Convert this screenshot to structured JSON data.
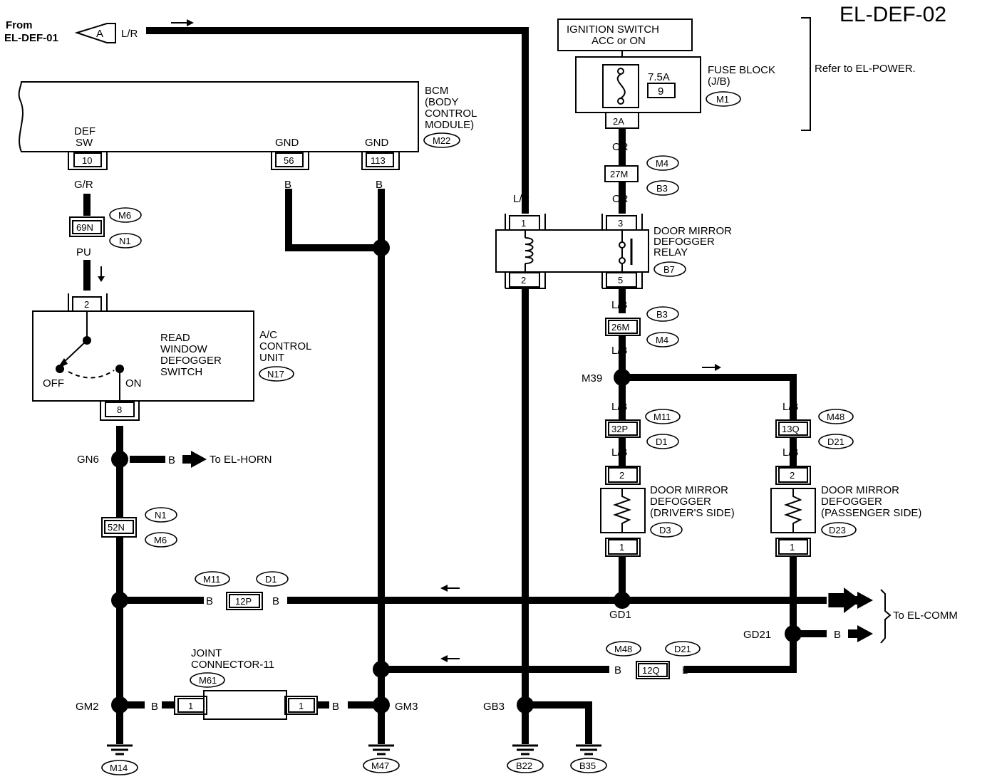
{
  "page_code": "EL-DEF-02",
  "from_ref": {
    "line1": "From",
    "line2": "EL-DEF-01",
    "connector": "A",
    "wire": "L/R"
  },
  "ignition": {
    "line1": "IGNITION SWITCH",
    "line2": "ACC or ON"
  },
  "fuse_block": {
    "amp": "7.5A",
    "number": "9",
    "name": "FUSE BLOCK",
    "sub": "(J/B)",
    "connector": "M1",
    "terminal": "2A"
  },
  "refer_note": "Refer to EL-POWER.",
  "bcm": {
    "line1": "BCM",
    "line2": "(BODY",
    "line3": "CONTROL",
    "line4": "MODULE)",
    "connector": "M22",
    "def_label1": "DEF",
    "def_label2": "SW",
    "gnd_label": "GND",
    "pin_def": "10",
    "pin_gnd1": "56",
    "pin_gnd2": "113"
  },
  "wire_colors": {
    "gr": "G/R",
    "b": "B",
    "lr": "L/R",
    "or": "OR",
    "pu": "PU",
    "lb": "L/B"
  },
  "connectors": {
    "c69n": {
      "pin": "69N",
      "tag1": "M6",
      "tag2": "N1"
    },
    "c27m": {
      "pin": "27M",
      "tag1": "M4",
      "tag2": "B3"
    },
    "c26m": {
      "pin": "26M",
      "tag1": "B3",
      "tag2": "M4"
    },
    "c52n": {
      "pin": "52N",
      "tag1": "N1",
      "tag2": "M6"
    },
    "c32p": {
      "pin": "32P",
      "tag1": "M11",
      "tag2": "D1"
    },
    "c13q": {
      "pin": "13Q",
      "tag1": "M48",
      "tag2": "D21"
    },
    "c12p": {
      "pin": "12P",
      "tag1": "M11",
      "tag2": "D1"
    },
    "c12q": {
      "pin": "12Q",
      "tag1": "M48",
      "tag2": "D21"
    }
  },
  "relay": {
    "line1": "DOOR MIRROR",
    "line2": "DEFOGGER",
    "line3": "RELAY",
    "connector": "B7",
    "pin1": "1",
    "pin2": "2",
    "pin3": "3",
    "pin5": "5"
  },
  "ac_unit": {
    "line1": "A/C",
    "line2": "CONTROL",
    "line3": "UNIT",
    "connector": "N17",
    "sw1": "READ",
    "sw2": "WINDOW",
    "sw3": "DEFOGGER",
    "sw4": "SWITCH",
    "off": "OFF",
    "on": "ON",
    "pin_top": "2",
    "pin_bottom": "8"
  },
  "driver_defogger": {
    "line1": "DOOR MIRROR",
    "line2": "DEFOGGER",
    "line3": "(DRIVER'S SIDE)",
    "connector": "D3",
    "pin_top": "2",
    "pin_bottom": "1"
  },
  "passenger_defogger": {
    "line1": "DOOR MIRROR",
    "line2": "DEFOGGER",
    "line3": "(PASSENGER SIDE)",
    "connector": "D23",
    "pin_top": "2",
    "pin_bottom": "1"
  },
  "joint": {
    "line1": "JOINT",
    "line2": "CONNECTOR-11",
    "connector": "M61",
    "pin": "1"
  },
  "splices": {
    "m39": "M39",
    "gn6": "GN6",
    "gd1": "GD1",
    "gd21": "GD21",
    "gm2": "GM2",
    "gm3": "GM3",
    "gb3": "GB3"
  },
  "to_horn": "To EL-HORN",
  "to_comm": "To EL-COMM",
  "grounds": {
    "m14": "M14",
    "m47": "M47",
    "b22": "B22",
    "b35": "B35"
  }
}
